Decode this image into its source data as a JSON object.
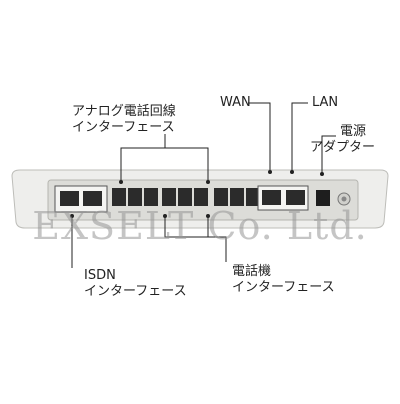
{
  "labels": {
    "analog_line_1": "アナログ電話回線",
    "analog_line_2": "インターフェース",
    "wan": "WAN",
    "lan": "LAN",
    "power_1": "電源",
    "power_2": "アダプター",
    "isdn_1": "ISDN",
    "isdn_2": "インターフェース",
    "phone_1": "電話機",
    "phone_2": "インターフェース"
  },
  "watermark": "EXSELT Co. Ltd.",
  "colors": {
    "device_body": "#eeeeec",
    "device_edge": "#bdbdb9",
    "panel": "#d9d9d5",
    "port_dark": "#2b2b2b",
    "lines": "#222222"
  }
}
